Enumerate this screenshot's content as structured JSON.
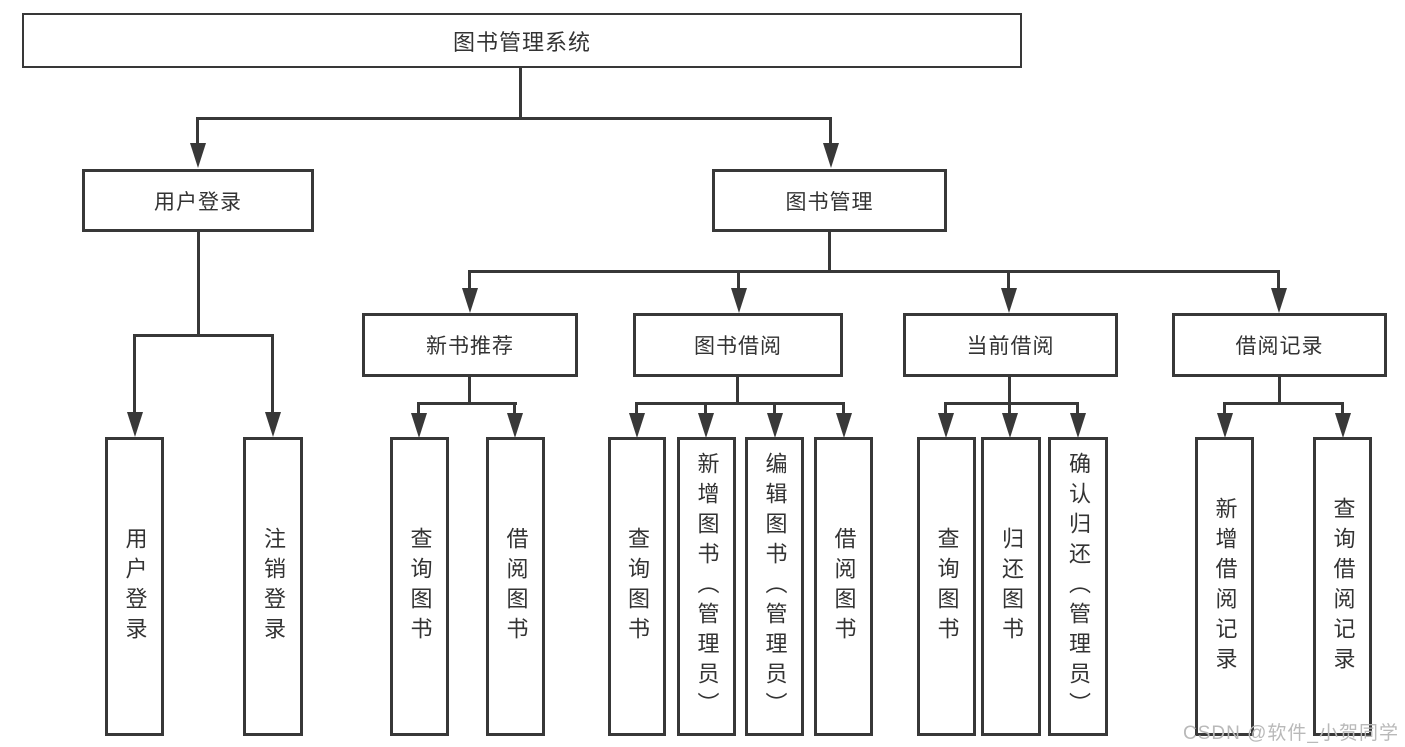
{
  "diagram": {
    "type": "tree",
    "title": "图书管理系统",
    "colors": {
      "background": "#ffffff",
      "line": "#383838",
      "text": "#333333",
      "watermark_text": "#b9b9b9"
    },
    "tree": {
      "label": "图书管理系统",
      "children": [
        {
          "label": "用户登录",
          "children": [
            {
              "label": "用户登录"
            },
            {
              "label": "注销登录"
            }
          ]
        },
        {
          "label": "图书管理",
          "children": [
            {
              "label": "新书推荐",
              "children": [
                {
                  "label": "查询图书"
                },
                {
                  "label": "借阅图书"
                }
              ]
            },
            {
              "label": "图书借阅",
              "children": [
                {
                  "label": "查询图书"
                },
                {
                  "label": "新增图书（管理员）"
                },
                {
                  "label": "编辑图书（管理员）"
                },
                {
                  "label": "借阅图书"
                }
              ]
            },
            {
              "label": "当前借阅",
              "children": [
                {
                  "label": "查询图书"
                },
                {
                  "label": "归还图书"
                },
                {
                  "label": "确认归还（管理员）"
                }
              ]
            },
            {
              "label": "借阅记录",
              "children": [
                {
                  "label": "新增借阅记录"
                },
                {
                  "label": "查询借阅记录"
                }
              ]
            }
          ]
        }
      ]
    },
    "watermark": "CSDN @软件_小贺同学"
  }
}
